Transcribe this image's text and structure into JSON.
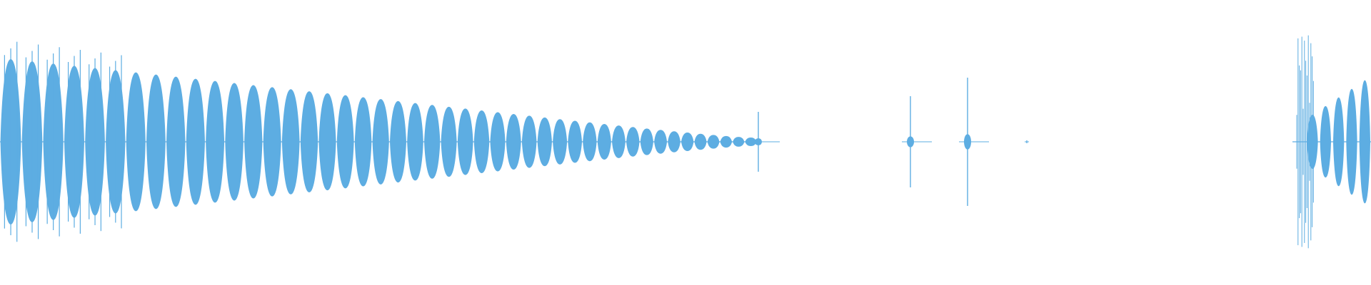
{
  "waveform": {
    "color": "#5dade2",
    "background": "#ffffff",
    "segments": [
      {
        "kind": "tone-burst-decay",
        "start_sec": 0.0,
        "end_sec": 1.06,
        "cycles": 45,
        "peak_level": 0.58,
        "end_level": 0.03
      },
      {
        "kind": "click",
        "time_sec": 1.062,
        "level": 0.21
      },
      {
        "kind": "click",
        "time_sec": 1.275,
        "level": 0.32
      },
      {
        "kind": "click",
        "time_sec": 1.355,
        "level": 0.45
      },
      {
        "kind": "click",
        "time_sec": 1.438,
        "level": 0.01
      },
      {
        "kind": "tone-burst-rise",
        "start_sec": 1.81,
        "end_sec": 1.92,
        "cycles": 6,
        "peak_level": 0.54
      }
    ],
    "duration_sec": 1.92
  }
}
